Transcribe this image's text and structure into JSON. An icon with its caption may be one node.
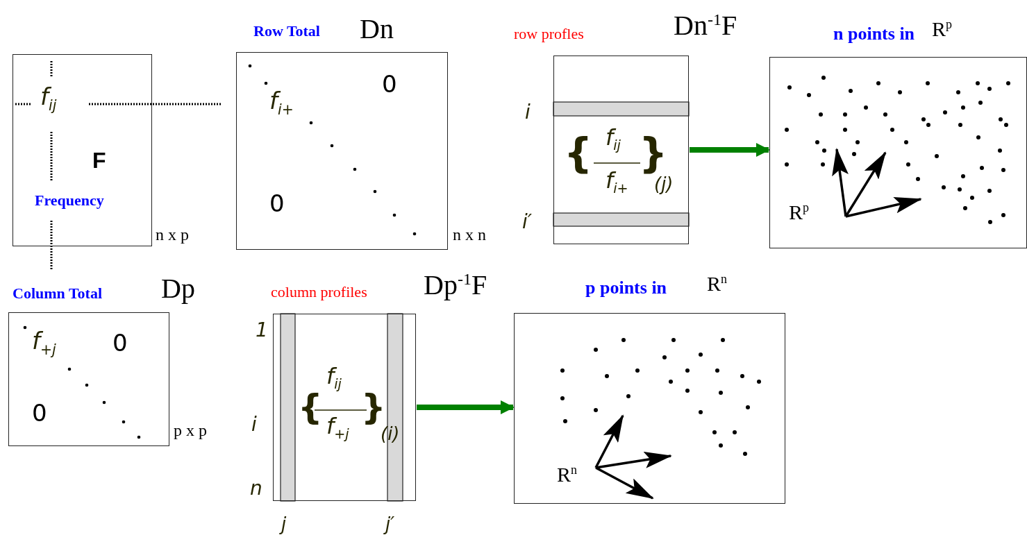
{
  "diagram": {
    "nodes": [
      {
        "text": [
          "f$_{ij}$",
          "F",
          "Frequency"
        ],
        "beside": [
          "n x p"
        ]
      },
      {
        "text": [
          "Row Total",
          "Dn",
          "f$_{i+}$",
          "0",
          "0"
        ],
        "beside": [
          "n x n"
        ]
      },
      {
        "text": [
          "row profles",
          "Dn$^{-1}$F",
          "i",
          "i′",
          "{",
          "f$_{ij}$",
          "f$_{i+}$",
          "}",
          "(j)"
        ]
      },
      {
        "text": [
          "n points in",
          "R$^{p}$",
          "R$^{p}$"
        ]
      },
      {
        "text": [
          "Column Total",
          "Dp",
          "f$_{+j}$",
          "0",
          "0"
        ],
        "beside": [
          "p x p"
        ]
      },
      {
        "text": [
          "column profiles",
          "Dp$^{-1}$F",
          "{",
          "f$_{ij}$",
          "f$_{+j}$",
          "}",
          "(i)"
        ],
        "beside": [
          "1",
          "i",
          "n",
          "j",
          "j′"
        ]
      },
      {
        "text": [
          "p points in",
          "R$^{n}$",
          "R$^{n}$"
        ]
      }
    ],
    "edges": [
      {
        "from": 2,
        "to": 3,
        "arrow": "to"
      },
      {
        "from": 5,
        "to": 6,
        "arrow": "to"
      }
    ]
  }
}
